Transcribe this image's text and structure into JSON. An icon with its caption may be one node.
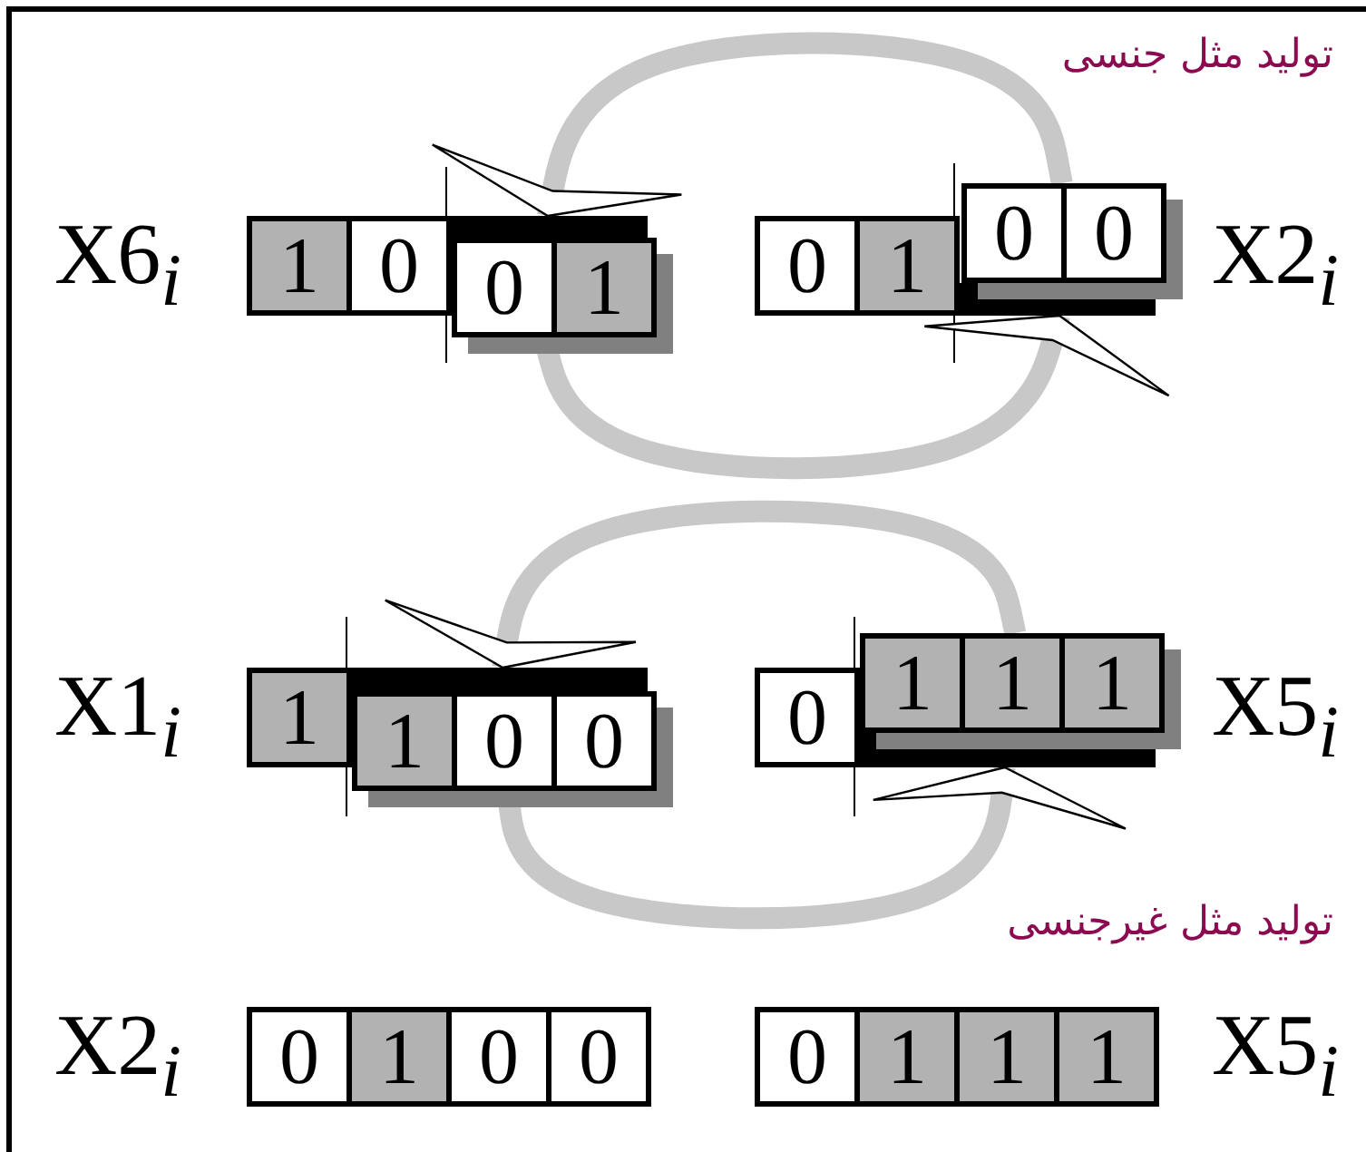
{
  "diagram": {
    "nodes": [
      {
        "text": [],
        "shape": "box",
        "beside": [
          "X6$_{i}$"
        ]
      },
      {
        "text": [
          "1"
        ],
        "in": 0
      },
      {
        "text": [
          "0"
        ],
        "in": 0
      },
      {
        "text": [],
        "shape": "bar"
      },
      {
        "text": [],
        "shape": "box"
      },
      {
        "text": [
          "0"
        ],
        "in": 4
      },
      {
        "text": [
          "1"
        ],
        "in": 4
      },
      {
        "text": [],
        "shape": "box"
      },
      {
        "text": [
          "0"
        ],
        "in": 7
      },
      {
        "text": [
          "1"
        ],
        "in": 7
      },
      {
        "text": [],
        "shape": "bar"
      },
      {
        "text": [],
        "shape": "box",
        "beside": [
          "X2$_{i}$"
        ]
      },
      {
        "text": [
          "0"
        ],
        "in": 11
      },
      {
        "text": [
          "0"
        ],
        "in": 11
      },
      {
        "text": [],
        "shape": "box",
        "beside": [
          "X1$_{i}$"
        ]
      },
      {
        "text": [
          "1"
        ],
        "in": 14
      },
      {
        "text": [],
        "shape": "bar"
      },
      {
        "text": [],
        "shape": "box"
      },
      {
        "text": [
          "1"
        ],
        "in": 17
      },
      {
        "text": [
          "0"
        ],
        "in": 17
      },
      {
        "text": [
          "0"
        ],
        "in": 17
      },
      {
        "text": [],
        "shape": "box"
      },
      {
        "text": [
          "0"
        ],
        "in": 21
      },
      {
        "text": [],
        "shape": "bar"
      },
      {
        "text": [],
        "shape": "box",
        "beside": [
          "X5$_{i}$"
        ]
      },
      {
        "text": [
          "1"
        ],
        "in": 24
      },
      {
        "text": [
          "1"
        ],
        "in": 24
      },
      {
        "text": [
          "1"
        ],
        "in": 24
      },
      {
        "text": [],
        "shape": "box",
        "beside": [
          "X2$_{i}$"
        ]
      },
      {
        "text": [
          "0"
        ],
        "in": 28
      },
      {
        "text": [
          "1"
        ],
        "in": 28
      },
      {
        "text": [
          "0"
        ],
        "in": 28
      },
      {
        "text": [
          "0"
        ],
        "in": 28
      },
      {
        "text": [],
        "shape": "box",
        "beside": [
          "X5$_{i}$"
        ]
      },
      {
        "text": [
          "0"
        ],
        "in": 33
      },
      {
        "text": [
          "1"
        ],
        "in": 33
      },
      {
        "text": [
          "1"
        ],
        "in": 33
      },
      {
        "text": [
          "1"
        ],
        "in": 33
      }
    ],
    "edges": [
      {
        "from": 4,
        "to": 10,
        "arrow": "to"
      },
      {
        "from": 11,
        "to": 3,
        "arrow": "to"
      },
      {
        "from": 17,
        "to": 23,
        "arrow": "to"
      },
      {
        "from": 24,
        "to": 16,
        "arrow": "to"
      }
    ],
    "labels": [
      "تولید مثل جنسی",
      "تولید مثل غیرجنسی"
    ]
  }
}
